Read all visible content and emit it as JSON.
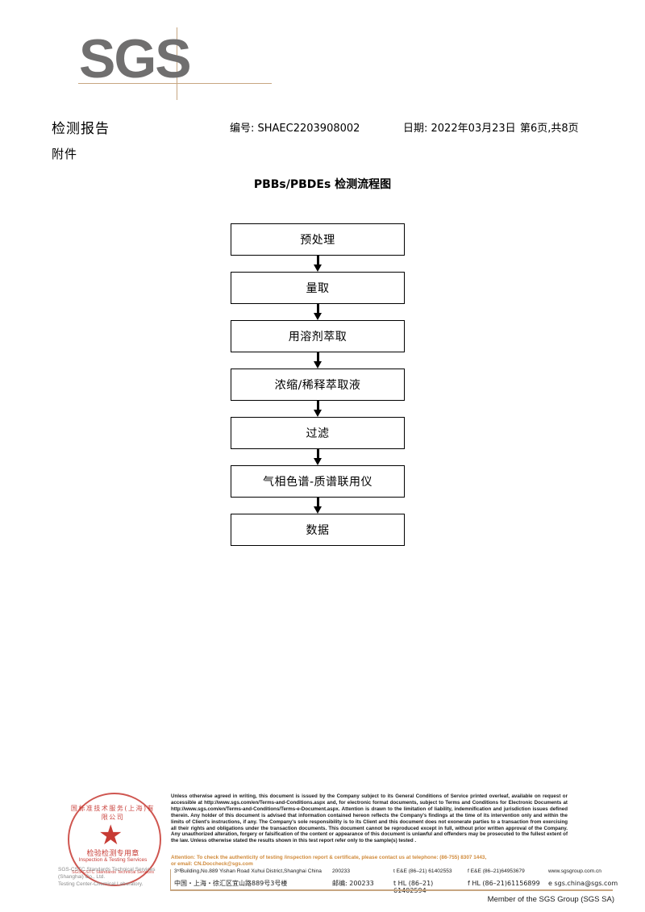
{
  "logo": {
    "text": "SGS",
    "accent_color": "#c7a681",
    "text_color": "#706f6f"
  },
  "header": {
    "doc_type": "检测报告",
    "attachment_label": "附件",
    "report_no": "编号: SHAEC2203908002",
    "date": "日期: 2022年03月23日",
    "page": "第6页,共8页"
  },
  "flowchart": {
    "title": "PBBs/PBDEs 检测流程图",
    "steps": [
      {
        "label": "预处理"
      },
      {
        "label": "量取"
      },
      {
        "label": "用溶剂萃取"
      },
      {
        "label": "浓缩/稀释萃取液"
      },
      {
        "label": "过滤"
      },
      {
        "label": "气相色谱-质谱联用仪"
      },
      {
        "label": "数据"
      }
    ]
  },
  "stamp": {
    "arc_top": "国标准技术服务(上海)有限公司",
    "cn_text": "检验检测专用章",
    "en_text": "Inspection & Testing Services",
    "arc_bottom": "SGS-CSTC Standards Technical Services",
    "star": "★",
    "color": "#c2261f"
  },
  "lab": {
    "line1": "SGS-CSTC Standards Technical Services (Shanghai) Co., Ltd.",
    "line2": "Testing Center-Chemical Laboratory."
  },
  "footer": {
    "terms": "Unless otherwise agreed in writing, this document is issued by the Company subject to its General Conditions of Service printed overleaf, available on request or accessible at http://www.sgs.com/en/Terms-and-Conditions.aspx and, for electronic format documents, subject to Terms and Conditions for Electronic Documents at http://www.sgs.com/en/Terms-and-Conditions/Terms-e-Document.aspx. Attention is drawn to the limitation of liability, indemnification and jurisdiction issues defined therein. Any holder of this document is advised that information contained hereon reflects the Company's findings at the time of its intervention only and within the limits of Client's instructions, if any. The Company's sole responsibility is to its Client and this document does not exonerate parties to a transaction from exercising all their rights and obligations under the transaction documents. This document cannot be reproduced except in full, without prior written approval of the Company. Any unauthorized alteration, forgery or falsification of the content or appearance of this document is unlawful and offenders may be prosecuted to the fullest extent of the law. Unless otherwise stated the results shown in this test report refer only to the sample(s) tested .",
    "attention_line1": "Attention: To check the authenticity of testing /inspection report & certificate, please contact us at telephone: (86-755) 8307 1443,",
    "attention_line2": "or email: CN.Doccheck@sgs.com",
    "contact": {
      "address_en": "3ʳᵈBuilding,No.889 Yishan Road Xuhui District,Shanghai China",
      "address_cn": "中国・上海・徐汇区宜山路889号3号楼",
      "zip_en": "200233",
      "zip_cn": "邮编: 200233",
      "tel_1": "t E&E (86–21) 61402553",
      "fax_1": "f E&E (86–21)64953679",
      "web": "www.sgsgroup.com.cn",
      "tel_2": "t HL (86–21) 61402594",
      "fax_2": "f HL (86–21)61156899",
      "email": "e  sgs.china@sgs.com"
    },
    "member": "Member of the SGS Group (SGS SA)"
  }
}
